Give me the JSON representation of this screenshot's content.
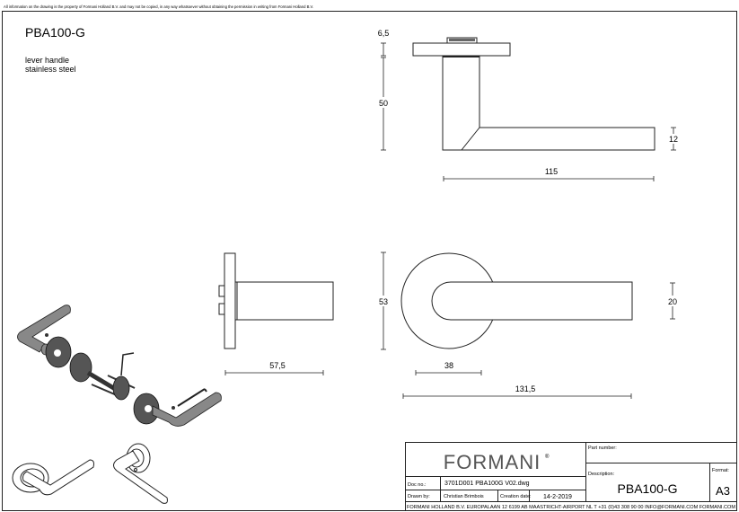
{
  "disclaimer": "All information on the drawing is the property of Formani Holland B.V. and may not be copied, in any way whatsoever without obtaining the permission in writing from Formani Holland B.V.",
  "header": {
    "title": "PBA100-G",
    "subtitle_line1": "lever handle",
    "subtitle_line2": "stainless steel"
  },
  "dimensions": {
    "rose_thickness": "6,5",
    "height": "50",
    "lever_thickness": "12",
    "lever_length": "115",
    "side_depth": "57,5",
    "rose_diameter": "53",
    "lever_width": "20",
    "rose_offset": "38",
    "total_length": "131,5"
  },
  "title_block": {
    "logo": "FORMANI",
    "logo_mark": "®",
    "part_number_label": "Part number:",
    "part_number": "",
    "description_label": "Description:",
    "description": "PBA100-G",
    "format_label": "Format:",
    "format": "A3",
    "doc_no_label": "Doc no.:",
    "doc_no": "3701D001 PBA100G V02.dwg",
    "drawn_by_label": "Drawn by:",
    "drawn_by": "Christian Brimbois",
    "creation_date_label": "Creation date:",
    "creation_date": "14-2-2019",
    "footer": "FORMANI HOLLAND B.V.  EUROPALAAN 12  6199 AB MAASTRICHT-AIRPORT NL  T +31 (0)43 308 90 00 INFO@FORMANI.COM FORMANI.COM"
  }
}
